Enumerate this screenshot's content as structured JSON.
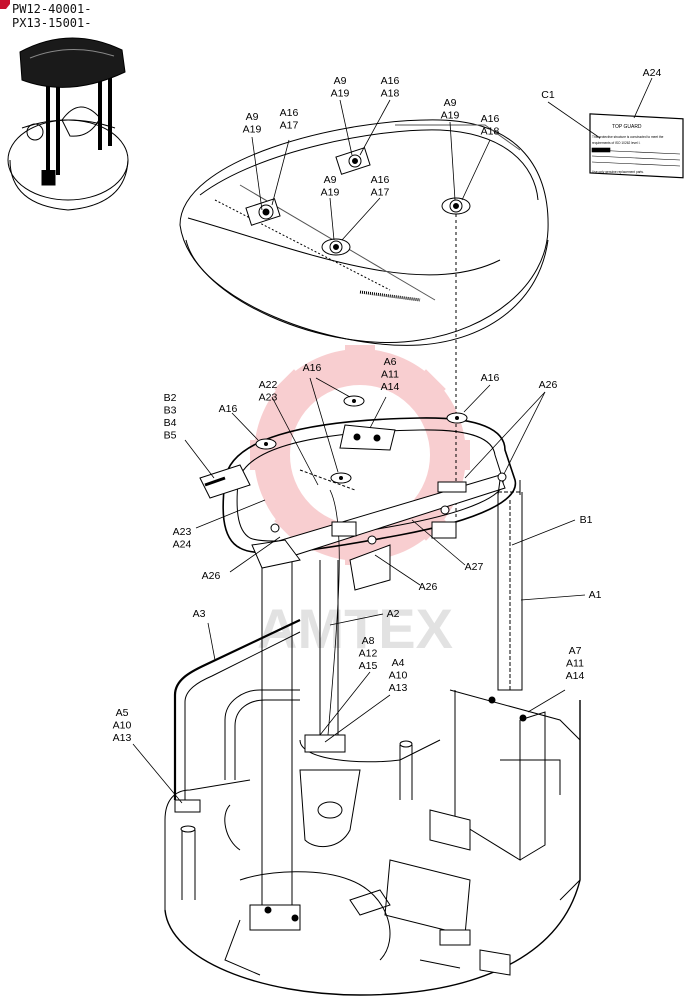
{
  "header": {
    "serials": [
      "PW12-40001-",
      "PX13-15001-"
    ]
  },
  "plate": {
    "title": "TOP GUARD",
    "line_text": [
      "This protective structure is constructed to meet the",
      "requirements of ISO 10262 level I.",
      "Use only genuine replacement parts."
    ]
  },
  "watermark": "AMTEX",
  "callouts": [
    {
      "id": "c01",
      "lines": [
        "A9",
        "A19"
      ]
    },
    {
      "id": "c02",
      "lines": [
        "A16",
        "A17"
      ]
    },
    {
      "id": "c03",
      "lines": [
        "A9",
        "A19"
      ]
    },
    {
      "id": "c04",
      "lines": [
        "A16",
        "A18"
      ]
    },
    {
      "id": "c05",
      "lines": [
        "A9",
        "A19"
      ]
    },
    {
      "id": "c06",
      "lines": [
        "A16",
        "A18"
      ]
    },
    {
      "id": "c07",
      "lines": [
        "A9",
        "A19"
      ]
    },
    {
      "id": "c08",
      "lines": [
        "A16",
        "A17"
      ]
    },
    {
      "id": "c09",
      "lines": [
        "C1"
      ]
    },
    {
      "id": "c10",
      "lines": [
        "A24"
      ]
    },
    {
      "id": "c11",
      "lines": [
        "A16"
      ]
    },
    {
      "id": "c12",
      "lines": [
        "A6",
        "A11",
        "A14"
      ]
    },
    {
      "id": "c13",
      "lines": [
        "A22",
        "A23"
      ]
    },
    {
      "id": "c14",
      "lines": [
        "A16"
      ]
    },
    {
      "id": "c15",
      "lines": [
        "B2",
        "B3",
        "B4",
        "B5"
      ]
    },
    {
      "id": "c16",
      "lines": [
        "A16"
      ]
    },
    {
      "id": "c17",
      "lines": [
        "A26"
      ]
    },
    {
      "id": "c18",
      "lines": [
        "B1"
      ]
    },
    {
      "id": "c19",
      "lines": [
        "A23",
        "A24"
      ]
    },
    {
      "id": "c20",
      "lines": [
        "A27"
      ]
    },
    {
      "id": "c21",
      "lines": [
        "A26"
      ]
    },
    {
      "id": "c22",
      "lines": [
        "A26"
      ]
    },
    {
      "id": "c23",
      "lines": [
        "A1"
      ]
    },
    {
      "id": "c24",
      "lines": [
        "A3"
      ]
    },
    {
      "id": "c25",
      "lines": [
        "A2"
      ]
    },
    {
      "id": "c26",
      "lines": [
        "A8",
        "A12",
        "A15"
      ]
    },
    {
      "id": "c27",
      "lines": [
        "A4",
        "A10",
        "A13"
      ]
    },
    {
      "id": "c28",
      "lines": [
        "A7",
        "A11",
        "A14"
      ]
    },
    {
      "id": "c29",
      "lines": [
        "A5",
        "A10",
        "A13"
      ]
    }
  ]
}
